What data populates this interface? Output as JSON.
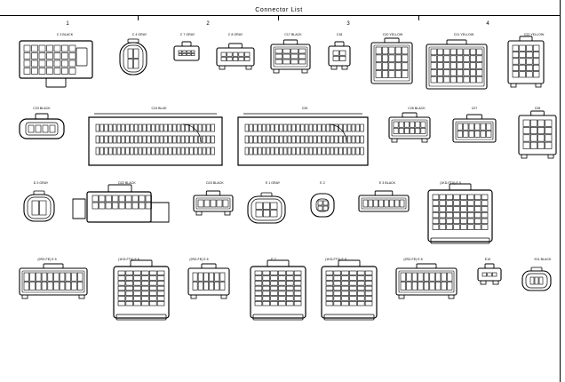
{
  "title": "Connector List",
  "columns": [
    "1",
    "2",
    "3",
    "4"
  ],
  "connectors": [
    {
      "id": "c3",
      "label": "C 3   BLACK"
    },
    {
      "id": "c4",
      "label": "C 4   GRAY"
    },
    {
      "id": "c7",
      "label": "C 7   GRAY"
    },
    {
      "id": "c8",
      "label": "C 8   GRAY"
    },
    {
      "id": "c17",
      "label": "C17   BLACK"
    },
    {
      "id": "c18",
      "label": "C18"
    },
    {
      "id": "c20",
      "label": "C20   YELLOW"
    },
    {
      "id": "c21",
      "label": "C21   YELLOW"
    },
    {
      "id": "c22",
      "label": "C22   YELLOW"
    },
    {
      "id": "c23",
      "label": "C23   BLACK"
    },
    {
      "id": "c24",
      "label": "C24   BLUE"
    },
    {
      "id": "c25",
      "label": "C25"
    },
    {
      "id": "c26",
      "label": "C26   BLACK"
    },
    {
      "id": "c27",
      "label": "C27"
    },
    {
      "id": "c28",
      "label": "C28"
    },
    {
      "id": "d3",
      "label": "D 3   GRAY"
    },
    {
      "id": "d22",
      "label": "D22   BLACK"
    },
    {
      "id": "d23",
      "label": "D23   BLACK"
    },
    {
      "id": "e1",
      "label": "E 1   GRAY"
    },
    {
      "id": "e2",
      "label": "E 2"
    },
    {
      "id": "e3",
      "label": "E 3   BLACK"
    },
    {
      "id": "e5_1kd",
      "label": "(1KD-FTV)   E 5"
    },
    {
      "id": "e5_2rz",
      "label": "(2RZ-FE)   E 5"
    },
    {
      "id": "e6_1kd",
      "label": "(1KD-FTV)   E 6"
    },
    {
      "id": "e6_2rz",
      "label": "(2RZ-FE)   E 6"
    },
    {
      "id": "e7",
      "label": "E 7"
    },
    {
      "id": "e8_1kd",
      "label": "(1KD-FTV)   E 8"
    },
    {
      "id": "e8_2rz",
      "label": "(2RZ-FE)   E 8"
    },
    {
      "id": "e10",
      "label": "E10"
    },
    {
      "id": "e11",
      "label": "E11   BLACK"
    }
  ]
}
